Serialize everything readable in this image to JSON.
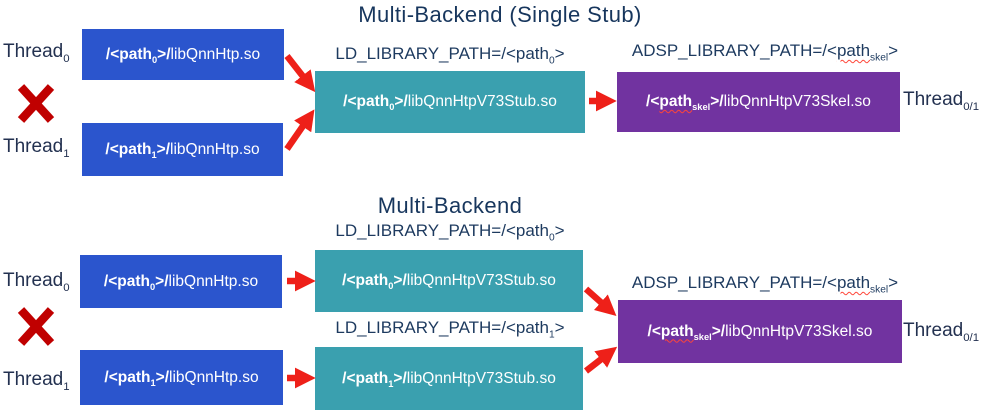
{
  "colors": {
    "box_blue": "#2b55cd",
    "box_teal": "#3aa0af",
    "box_purple": "#7133a0",
    "arrow_red": "#ee2019",
    "cross_red": "#c00000",
    "text_navy": "#17365d"
  },
  "sections": {
    "top": {
      "title": "Multi-Backend (Single Stub)",
      "labels": {
        "ld0": {
          "pre": "LD_LIBRARY_PATH=/<",
          "word": "path",
          "sub": "0",
          "post": ">"
        },
        "adsp": {
          "pre": "ADSP_LIBRARY_PATH=/<",
          "word": "path",
          "sub": "skel",
          "post": ">"
        }
      },
      "boxes": {
        "htp0": {
          "open": "/<",
          "word": "path",
          "sub": "0",
          "close": ">/",
          "lib": "libQnnHtp.so"
        },
        "htp1": {
          "open": "/<",
          "word": "path",
          "sub": "1",
          "close": ">/",
          "lib": "libQnnHtp.so"
        },
        "stub0": {
          "open": "/<",
          "word": "path",
          "sub": "0",
          "close": ">/",
          "lib": "libQnnHtpV73Stub.so"
        },
        "skel": {
          "open": "/<",
          "word": "path",
          "sub": "skel",
          "close": ">/",
          "lib": " libQnnHtpV73Skel.so"
        }
      },
      "threads": {
        "t0": {
          "base": "Thread",
          "sub": "0"
        },
        "t1": {
          "base": "Thread",
          "sub": "1"
        },
        "t01": {
          "base": "Thread",
          "sub": "0/1"
        }
      }
    },
    "bottom": {
      "title": "Multi-Backend",
      "labels": {
        "ld0": {
          "pre": "LD_LIBRARY_PATH=/<",
          "word": "path",
          "sub": "0",
          "post": ">"
        },
        "ld1": {
          "pre": "LD_LIBRARY_PATH=/<",
          "word": "path",
          "sub": "1",
          "post": ">"
        },
        "adsp": {
          "pre": "ADSP_LIBRARY_PATH=/<",
          "word": "path",
          "sub": "skel",
          "post": ">"
        }
      },
      "boxes": {
        "htp0": {
          "open": "/<",
          "word": "path",
          "sub": "0",
          "close": ">/",
          "lib": "libQnnHtp.so"
        },
        "htp1": {
          "open": "/<",
          "word": "path",
          "sub": "1",
          "close": ">/",
          "lib": "libQnnHtp.so"
        },
        "stub0": {
          "open": "/<",
          "word": "path",
          "sub": "0",
          "close": ">/",
          "lib": "libQnnHtpV73Stub.so"
        },
        "stub1": {
          "open": "/<",
          "word": "path",
          "sub": "1",
          "close": ">/",
          "lib": "libQnnHtpV73Stub.so"
        },
        "skel": {
          "open": "/<",
          "word": "path",
          "sub": "skel",
          "close": ">/",
          "lib": " libQnnHtpV73Skel.so"
        }
      },
      "threads": {
        "t0": {
          "base": "Thread",
          "sub": "0"
        },
        "t1": {
          "base": "Thread",
          "sub": "1"
        },
        "t01": {
          "base": "Thread",
          "sub": "0/1"
        }
      }
    }
  }
}
